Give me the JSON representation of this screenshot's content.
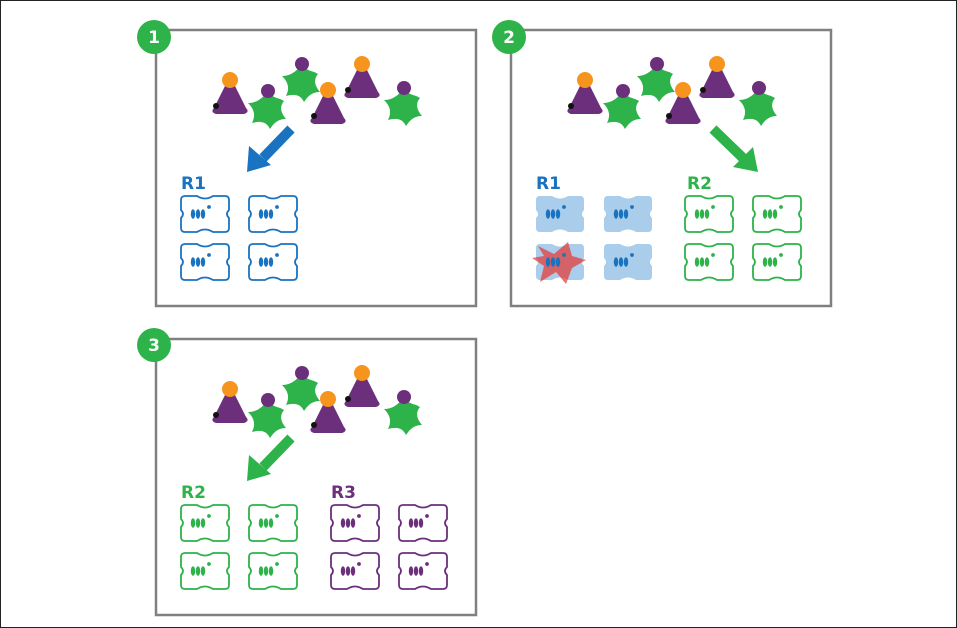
{
  "colors": {
    "frame": "#808080",
    "badge": "#2db34a",
    "blue": "#1a73c0",
    "green": "#2db34a",
    "purple": "#6b2f7c",
    "orange": "#f7941d",
    "cellBlueFill": "#a9cdea",
    "damage": "#e8352f"
  },
  "panels": [
    {
      "number": "1",
      "arrow_color": "green-blue",
      "groups": [
        {
          "label": "R1",
          "color": "blue",
          "style": "outline"
        }
      ]
    },
    {
      "number": "2",
      "groups": [
        {
          "label": "R1",
          "color": "blue",
          "style": "filled",
          "damaged_cell": 2
        },
        {
          "label": "R2",
          "color": "green",
          "style": "outline"
        }
      ]
    },
    {
      "number": "3",
      "groups": [
        {
          "label": "R2",
          "color": "green",
          "style": "outline"
        },
        {
          "label": "R3",
          "color": "purple",
          "style": "outline"
        }
      ]
    }
  ]
}
